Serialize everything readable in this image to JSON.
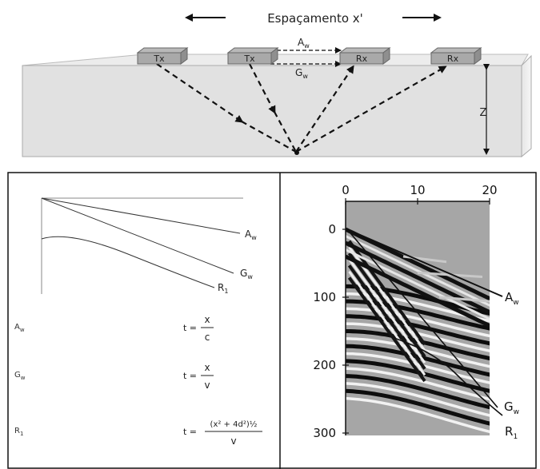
{
  "survey": {
    "title": "Espaçamento x'",
    "depth_label": "Z",
    "antennas": [
      "Tx",
      "Tx",
      "Rx",
      "Rx"
    ],
    "air_wave": "A",
    "air_wave_sub": "w",
    "ground_wave": "G",
    "ground_wave_sub": "w"
  },
  "schematic": {
    "curves": [
      {
        "name": "A",
        "sub": "w"
      },
      {
        "name": "G",
        "sub": "w"
      },
      {
        "name": "R",
        "sub": "1"
      }
    ],
    "equations": [
      {
        "name": "A",
        "sub": "w",
        "lhs": "t =",
        "num": "x",
        "den": "c"
      },
      {
        "name": "G",
        "sub": "w",
        "lhs": "t =",
        "num": "x",
        "den": "v"
      },
      {
        "name": "R",
        "sub": "1",
        "lhs": "t =",
        "num": "(x² + 4d²)½",
        "den": "v"
      }
    ]
  },
  "radargram": {
    "x_ticks": [
      "0",
      "10",
      "20"
    ],
    "y_ticks": [
      "0",
      "100",
      "200",
      "300"
    ],
    "labels": [
      {
        "name": "A",
        "sub": "w"
      },
      {
        "name": "G",
        "sub": "w"
      },
      {
        "name": "R",
        "sub": "1"
      }
    ]
  }
}
